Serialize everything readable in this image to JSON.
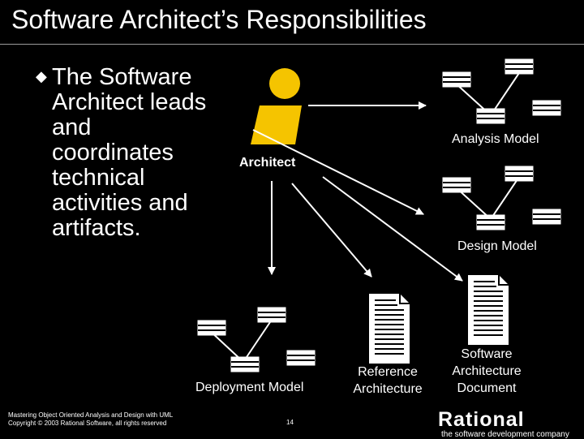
{
  "slide": {
    "title": "Software Architect’s Responsibilities",
    "bullet": "The Software Architect leads and coordinates technical activities and artifacts."
  },
  "diagram": {
    "actor_label": "Architect",
    "analysis_model_label": "Analysis Model",
    "design_model_label": "Design Model",
    "deployment_model_label": "Deployment Model",
    "reference_architecture_label_line1": "Reference",
    "reference_architecture_label_line2": "Architecture",
    "sad_label_line1": "Software",
    "sad_label_line2": "Architecture",
    "sad_label_line3": "Document",
    "actor_head_color": "#f5c400",
    "actor_body_color": "#f5c400"
  },
  "footer": {
    "line1": "Mastering Object Oriented Analysis and Design with UML",
    "line2": "Copyright © 2003 Rational Software, all rights reserved",
    "page_number": "14",
    "logo_text": "Rational",
    "logo_tagline": "the software development company"
  }
}
